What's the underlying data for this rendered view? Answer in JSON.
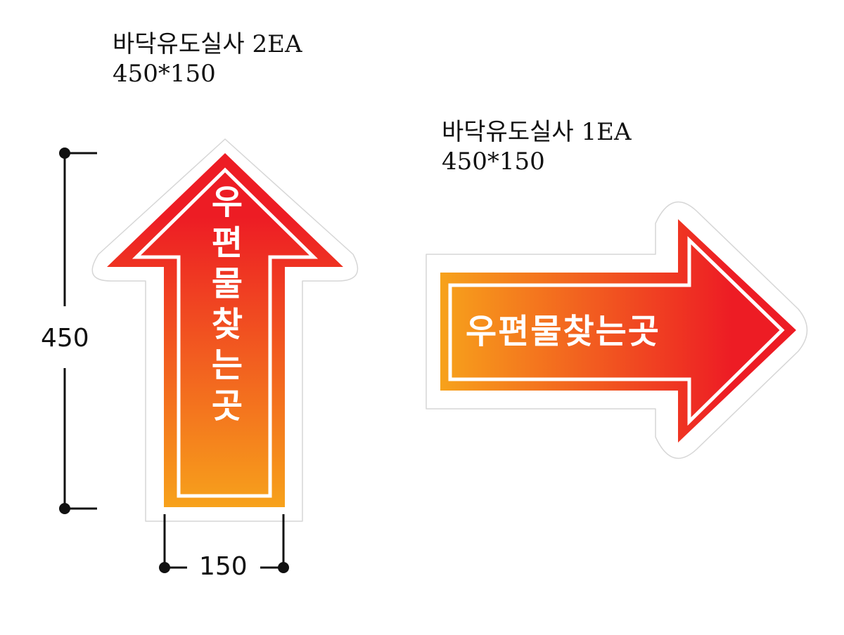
{
  "left_sign": {
    "caption_line1": "바닥유도실사 2EA",
    "caption_line2": "450*150",
    "label": "우편물찾는곳",
    "height_dim": "450",
    "width_dim": "150"
  },
  "right_sign": {
    "caption_line1": "바닥유도실사 1EA",
    "caption_line2": "450*150",
    "label": "우편물찾는곳"
  },
  "colors": {
    "red": "#ED1C24",
    "orange": "#F7A21B",
    "stroke": "#ffffff",
    "dimension": "#111111"
  }
}
